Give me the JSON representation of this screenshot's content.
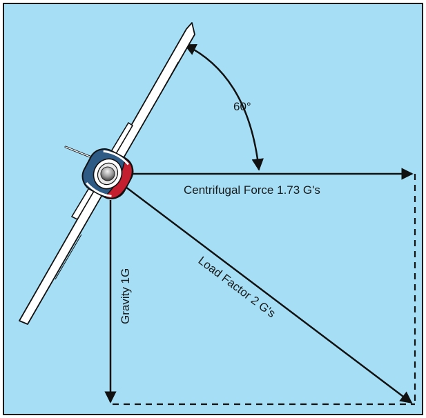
{
  "colors": {
    "background": "#a6dff5",
    "border": "#1a1a1a",
    "arrow": "#111111",
    "wing": "#ffffff",
    "cowling_blue": "#2e5a86",
    "cowling_red": "#c41f2e",
    "spinner": "#8c8c8c"
  },
  "labels": {
    "bank_angle": "60°",
    "centrifugal_force": "Centrifugal Force 1.73 G's",
    "gravity": "Gravity 1G",
    "load_factor": "Load Factor 2 G's"
  },
  "icons": {
    "airplane": "airplane-front-view-banked-icon"
  }
}
